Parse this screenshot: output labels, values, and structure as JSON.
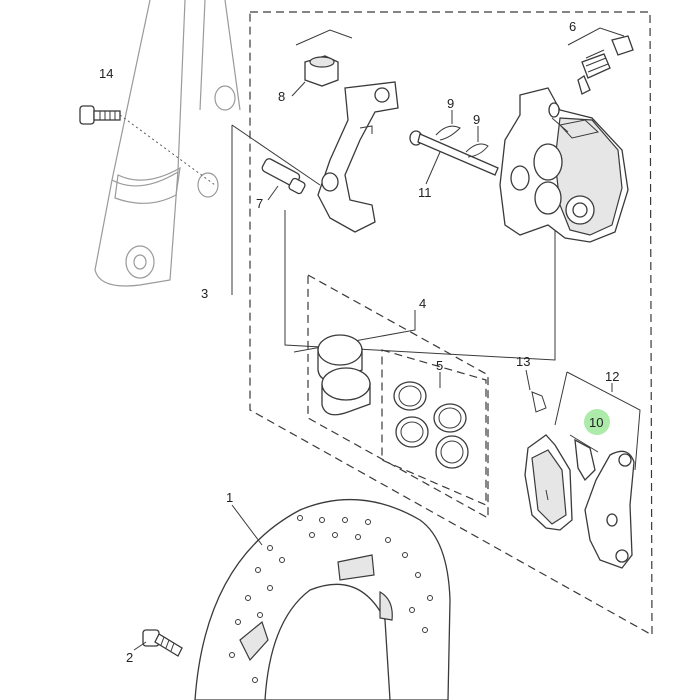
{
  "callouts": {
    "c1": "1",
    "c2": "2",
    "c3": "3",
    "c4": "4",
    "c5": "5",
    "c6": "6",
    "c7": "7",
    "c8": "8",
    "c9a": "9",
    "c9b": "9",
    "c10": "10",
    "c11": "11",
    "c12": "12",
    "c13": "13",
    "c14": "14"
  },
  "colors": {
    "highlight": "#9ee89a",
    "ink": "#3a3a3a"
  },
  "highlighted_callout": "10"
}
